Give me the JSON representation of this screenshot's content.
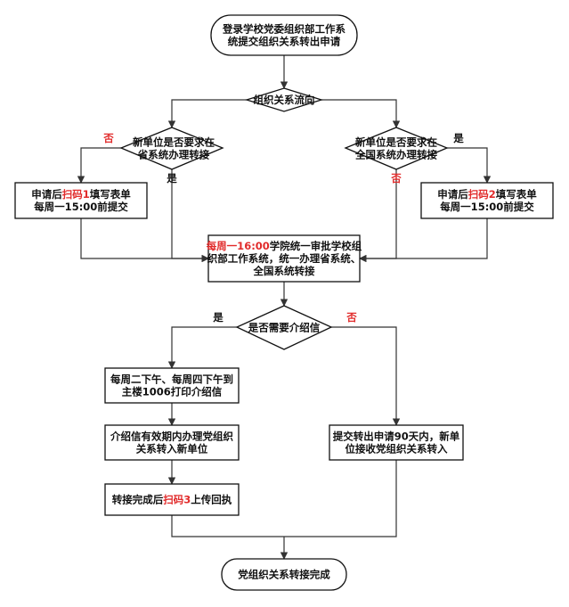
{
  "nodes": {
    "start": {
      "lines": [
        [
          {
            "t": "登录学校党委组织部工作系"
          }
        ],
        [
          {
            "t": "统提交组织关系转出申请"
          }
        ]
      ]
    },
    "flow_direction": {
      "lines": [
        [
          {
            "t": "组织关系流向"
          }
        ]
      ]
    },
    "province_decision": {
      "lines": [
        [
          {
            "t": "新单位是否要求在"
          }
        ],
        [
          {
            "t": "省系统办理转接"
          }
        ]
      ]
    },
    "national_decision": {
      "lines": [
        [
          {
            "t": "新单位是否要求在"
          }
        ],
        [
          {
            "t": "全国系统办理转接"
          }
        ]
      ]
    },
    "apply_code1": {
      "lines": [
        [
          {
            "t": "申请后"
          },
          {
            "t": "扫码1",
            "red": true
          },
          {
            "t": "填写表单"
          }
        ],
        [
          {
            "t": "每周一15:00前提交"
          }
        ]
      ]
    },
    "apply_code2": {
      "lines": [
        [
          {
            "t": "申请后"
          },
          {
            "t": "扫码2",
            "red": true
          },
          {
            "t": "填写表单"
          }
        ],
        [
          {
            "t": "每周一15:00前提交"
          }
        ]
      ]
    },
    "monday_review": {
      "lines": [
        [
          {
            "t": "每周一16:00",
            "red": true
          },
          {
            "t": "学院统一审批学校组"
          }
        ],
        [
          {
            "t": "织部工作系统，统一办理省系统、"
          }
        ],
        [
          {
            "t": "全国系统转接"
          }
        ]
      ]
    },
    "need_letter": {
      "lines": [
        [
          {
            "t": "是否需要介绍信"
          }
        ]
      ]
    },
    "print_letter": {
      "lines": [
        [
          {
            "t": "每周二下午、每周四下午到"
          }
        ],
        [
          {
            "t": "主楼1006打印介绍信"
          }
        ]
      ]
    },
    "transfer_new_unit": {
      "lines": [
        [
          {
            "t": "介绍信有效期内办理党组织"
          }
        ],
        [
          {
            "t": "关系转入新单位"
          }
        ]
      ]
    },
    "upload_receipt": {
      "lines": [
        [
          {
            "t": "转接完成后"
          },
          {
            "t": "扫码3",
            "red": true
          },
          {
            "t": "上传回执"
          }
        ]
      ]
    },
    "within_90_days": {
      "lines": [
        [
          {
            "t": "提交转出申请90天内，新单"
          }
        ],
        [
          {
            "t": "位接收党组织关系转入"
          }
        ]
      ]
    },
    "end": {
      "lines": [
        [
          {
            "t": "党组织关系转接完成"
          }
        ]
      ]
    }
  },
  "edge_labels": {
    "province_no": "否",
    "province_yes": "是",
    "national_yes": "是",
    "national_no": "否",
    "letter_yes": "是",
    "letter_no": "否"
  },
  "colors": {
    "highlight": "#e12b2b",
    "line": "#333333"
  }
}
